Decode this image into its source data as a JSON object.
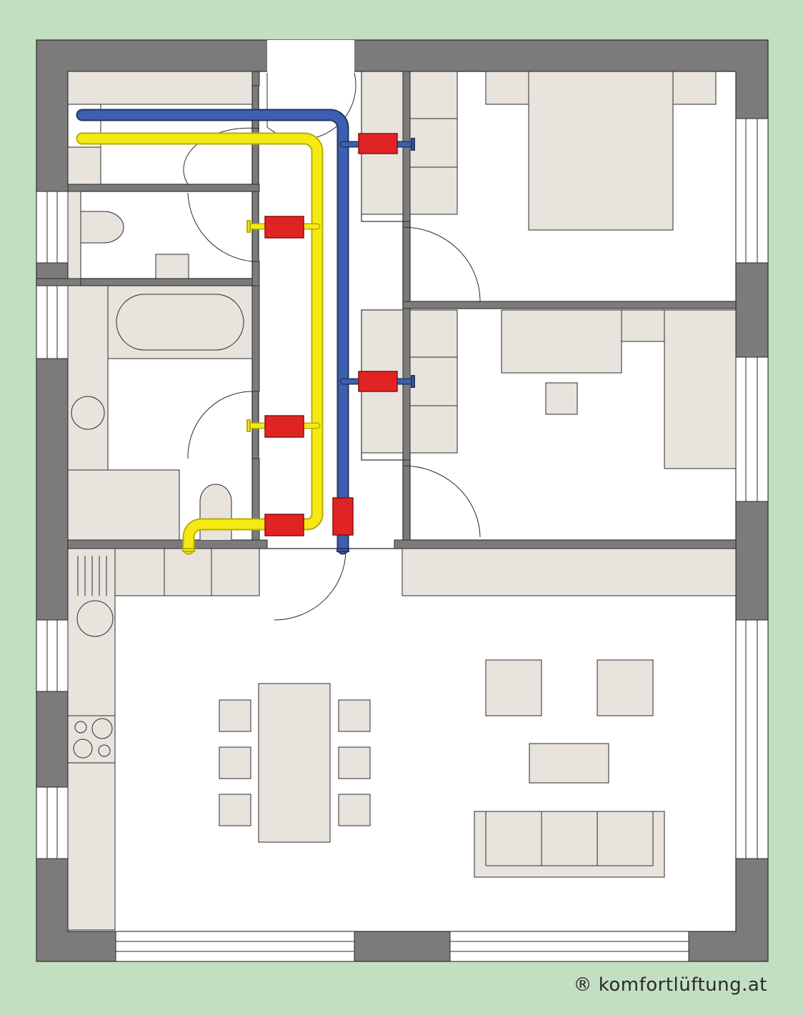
{
  "colors": {
    "background": "#c3dfc1",
    "floor": "#ffffff",
    "wall": "#7b7b7b",
    "furniture": "#e8e3dd",
    "outline": "#2b2b2b",
    "supply_air_duct": "#3d5fb0",
    "extract_air_duct": "#f4ea12",
    "valve_box": "#e02424"
  },
  "icons": {
    "supply_valve": "red-valve-box",
    "extract_valve": "red-valve-box",
    "toilet": "toilet-icon",
    "bathtub": "bathtub-icon",
    "washbasin": "washbasin-icon",
    "sink": "kitchen-sink-icon",
    "cooktop": "cooktop-icon"
  },
  "copyright": {
    "symbol": "®",
    "text": "komfortlüftung.at"
  }
}
